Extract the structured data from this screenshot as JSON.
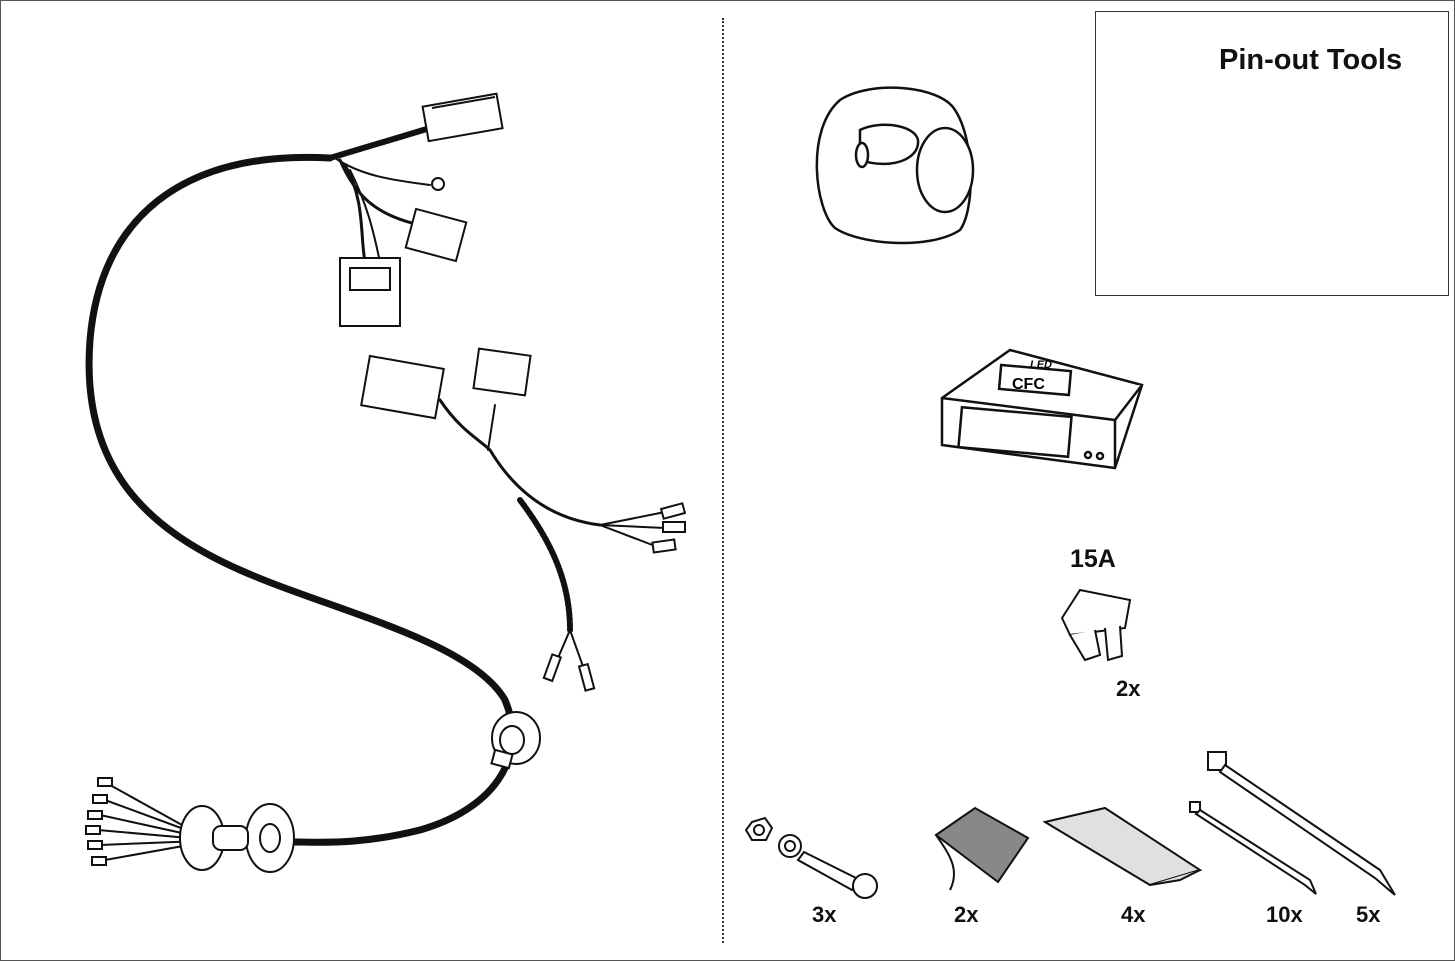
{
  "pinout_panel": {
    "title": "Pin-out Tools"
  },
  "fuse": {
    "rating": "15A",
    "quantity": "2x"
  },
  "hardware": {
    "screw_set_quantity": "3x",
    "velcro_quantity": "2x",
    "adhesive_pad_quantity": "4x",
    "small_cable_tie_quantity": "10x",
    "large_cable_tie_quantity": "5x"
  },
  "module": {
    "logo_text": "LED",
    "logo_letters": "CFC"
  },
  "icons": [
    "wiring-harness-icon",
    "socket-icon",
    "pin-tool-icon",
    "control-module-icon",
    "fuse-icon",
    "screw-icon",
    "velcro-icon",
    "adhesive-pad-icon",
    "cable-tie-icon"
  ]
}
